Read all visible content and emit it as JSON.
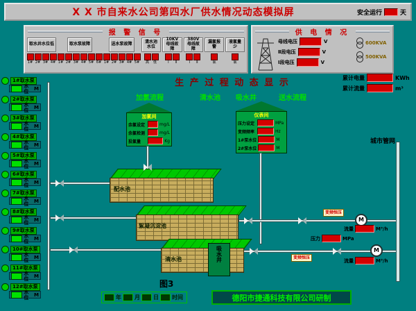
{
  "title_bar": {
    "title": "X X 市自来水公司第四水厂供水情况动态模拟屏",
    "safety_label": "安全运行",
    "safety_unit": "天"
  },
  "alarm_panel": {
    "title": "报 警 信 号",
    "groups": [
      {
        "label": "取水井水位低",
        "indicators": [
          "1#",
          "2#",
          "3#",
          "4#"
        ]
      },
      {
        "label": "取水泵故障",
        "indicators": [
          "1#",
          "2#",
          "3#",
          "4#",
          "5#",
          "6#"
        ]
      },
      {
        "label": "送水泵故障",
        "indicators": [
          "1#",
          "2#",
          "3#",
          "4#",
          "5#"
        ]
      },
      {
        "label": "清水池水位",
        "indicators": [
          "高",
          "低"
        ]
      },
      {
        "label": "10KV母线故障",
        "indicators": [
          "Ⅰ",
          "Ⅱ"
        ]
      },
      {
        "label": "380V母线故障",
        "indicators": [
          "Ⅰ",
          "Ⅱ"
        ]
      },
      {
        "label": "漏氯报警",
        "indicators": [
          "氯"
        ]
      },
      {
        "label": "液氯量少",
        "indicators": [
          "氯"
        ]
      }
    ]
  },
  "power_panel": {
    "title": "供 电 情 况",
    "readings": [
      {
        "label": "母线电压",
        "unit": "V"
      },
      {
        "label": "Ⅱ段电压",
        "unit": "V"
      },
      {
        "label": "Ⅰ段电压",
        "unit": "V"
      }
    ],
    "transformers": [
      "600KVA",
      "500KVA"
    ]
  },
  "main_title": "生 产 过 程 动 态 显 示",
  "stages": [
    "加氯流程",
    "清水池",
    "吸水井",
    "送水流程"
  ],
  "totals": [
    {
      "label": "累计电量",
      "unit": "KWh"
    },
    {
      "label": "累计流量",
      "unit": "m³"
    }
  ],
  "pumps": {
    "level_label": "水位",
    "level_unit": "M",
    "items": [
      "1#取水泵",
      "2#取水泵",
      "3#取水泵",
      "4#取水泵",
      "5#取水泵",
      "6#取水泵",
      "7#取水泵",
      "8#取水泵",
      "9#取水泵",
      "10#取水泵",
      "11#取水泵",
      "12#取水泵"
    ]
  },
  "houses": [
    {
      "title": "加氯间",
      "rows": [
        {
          "label": "余氯设定",
          "unit": "mg/L"
        },
        {
          "label": "余氯检测",
          "unit": "mg/L"
        },
        {
          "label": "投氯量",
          "unit": "Kg"
        }
      ]
    },
    {
      "title": "仪表间",
      "rows": [
        {
          "label": "压力设定",
          "unit": "MPa"
        },
        {
          "label": "变频频率",
          "unit": "Hz"
        },
        {
          "label": "1#泵水位",
          "unit": "M"
        },
        {
          "label": "2#泵水位",
          "unit": "M"
        }
      ]
    }
  ],
  "tanks": [
    "配水池",
    "絮凝沉淀池",
    "清水池",
    "吸水井"
  ],
  "right_section": {
    "network": "城市管网",
    "badges": [
      "变频恒压",
      "变频恒压"
    ],
    "meters": [
      {
        "label": "流量",
        "unit": "M³/h"
      },
      {
        "label": "压力",
        "unit": "MPa"
      },
      {
        "label": "流量",
        "unit": "M³/h"
      }
    ]
  },
  "bottom": {
    "figure": "图3",
    "date_parts": [
      "年",
      "月",
      "日",
      "时间"
    ],
    "company": "德阳市捷通科技有限公司研制"
  }
}
